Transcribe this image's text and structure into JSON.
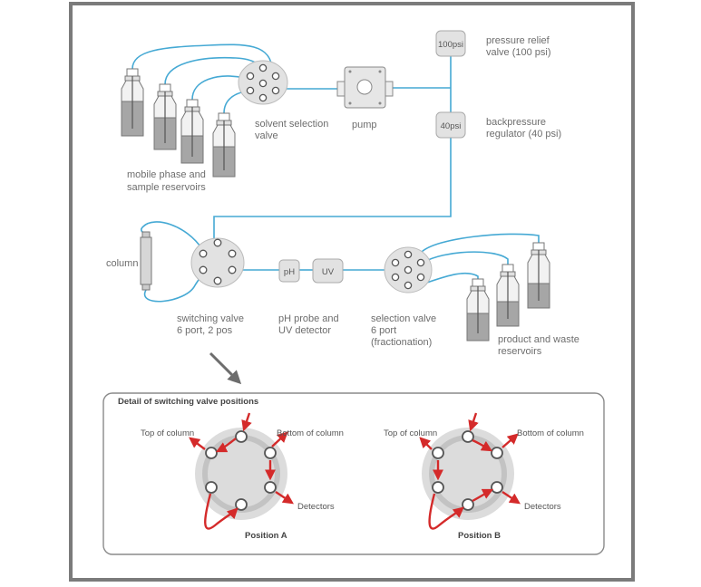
{
  "labels": {
    "pressure_relief_line1": "pressure relief",
    "pressure_relief_line2": "valve (100 psi)",
    "backpressure_line1": "backpressure",
    "backpressure_line2": "regulator (40 psi)",
    "relief_tag": "100psi",
    "bpr_tag": "40psi",
    "solvent_valve_line1": "solvent selection",
    "solvent_valve_line2": "valve",
    "pump": "pump",
    "reservoirs_line1": "mobile phase and",
    "reservoirs_line2": "sample reservoirs",
    "column": "column",
    "switching_line1": "switching valve",
    "switching_line2": "6 port, 2 pos",
    "ph_tag": "pH",
    "uv_tag": "UV",
    "detector_line1": "pH probe and",
    "detector_line2": "UV detector",
    "selection_line1": "selection valve",
    "selection_line2": "6 port",
    "selection_line3": "(fractionation)",
    "product_line1": "product and waste",
    "product_line2": "reservoirs"
  },
  "detail": {
    "title": "Detail of switching valve positions",
    "top_of_column": "Top of column",
    "bottom_of_column": "Bottom of column",
    "detectors": "Detectors",
    "position_a": "Position A",
    "position_b": "Position B"
  },
  "colors": {
    "tubing": "#45a9d4",
    "flow_arrows": "#d42a2a",
    "frame": "#7b7b7b",
    "component_fill": "#e4e4e4",
    "liquid": "#a6a6a6"
  }
}
